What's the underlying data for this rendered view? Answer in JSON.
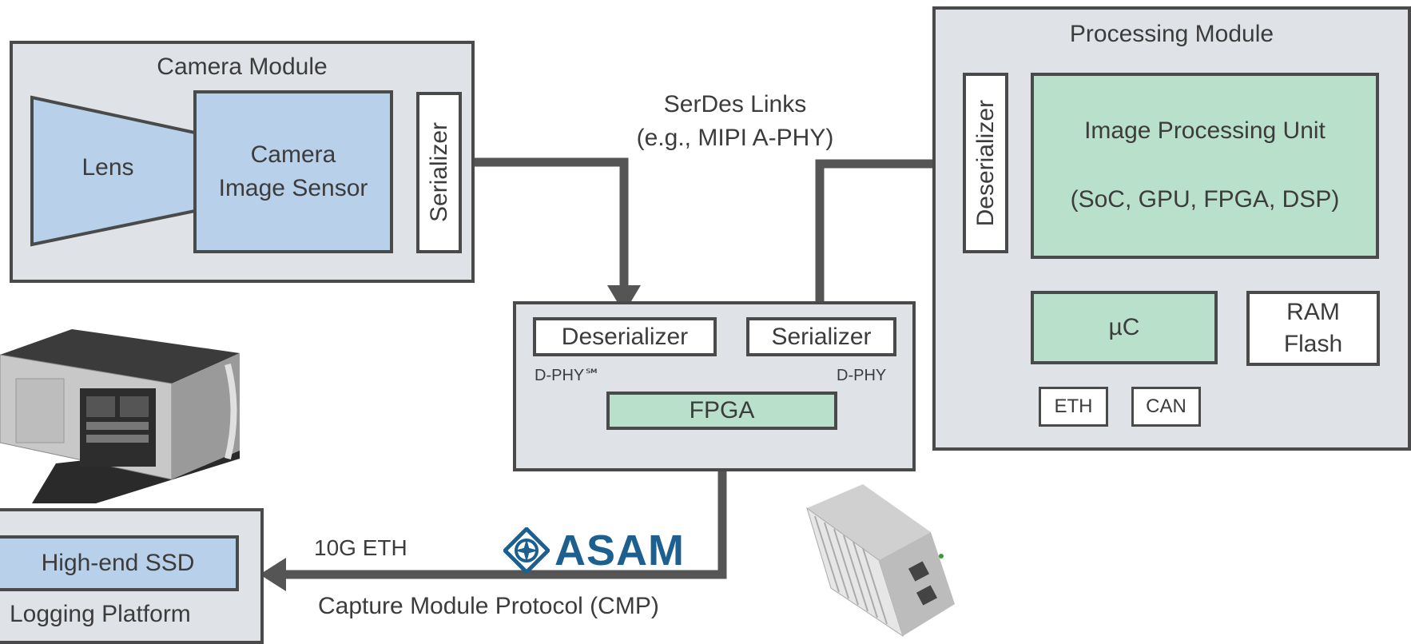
{
  "camera_module": {
    "title": "Camera Module",
    "lens": "Lens",
    "sensor_line1": "Camera",
    "sensor_line2": "Image Sensor",
    "serializer": "Serializer"
  },
  "serdes_label": {
    "line1": "SerDes Links",
    "line2": "(e.g., MIPI A-PHY)"
  },
  "capture_module": {
    "deserializer": "Deserializer",
    "serializer": "Serializer",
    "dphy_left": "D-PHY℠",
    "dphy_right": "D-PHY",
    "fpga": "FPGA"
  },
  "processing_module": {
    "title": "Processing Module",
    "deserializer": "Deserializer",
    "ipu_line1": "Image Processing Unit",
    "ipu_line2": "(SoC, GPU, FPGA, DSP)",
    "uc": "µC",
    "ram_line1": "RAM",
    "ram_line2": "Flash",
    "eth": "ETH",
    "can": "CAN"
  },
  "logging_platform": {
    "ssd": "High-end SSD",
    "title": "Logging Platform"
  },
  "link_labels": {
    "eth": "10G ETH",
    "protocol": "Capture Module Protocol (CMP)"
  },
  "logo": {
    "text": "ASAM",
    "color": "#1d5f8f"
  },
  "colors": {
    "module_bg": "#dfe3e8",
    "sensor_blue": "#b8d0ea",
    "compute_green": "#b9e0cb",
    "line_dark": "#4a4a4a"
  }
}
